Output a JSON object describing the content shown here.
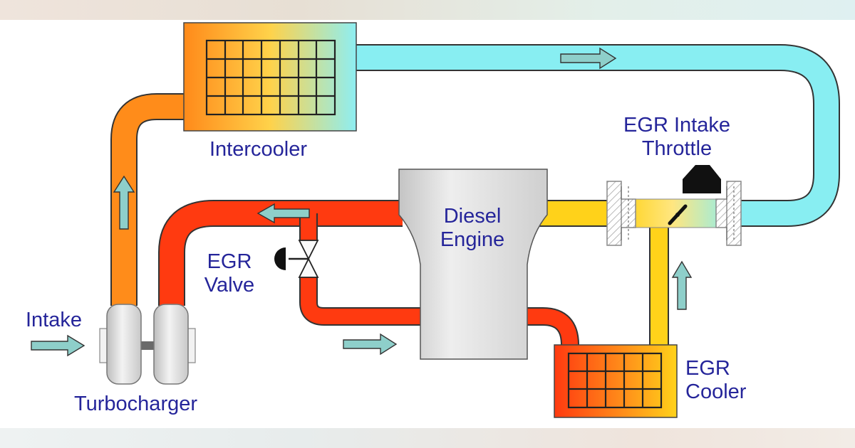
{
  "diagram": {
    "labels": {
      "intercooler": "Intercooler",
      "egr_intake_throttle_line1": "EGR Intake",
      "egr_intake_throttle_line2": "Throttle",
      "diesel_engine_line1": "Diesel",
      "diesel_engine_line2": "Engine",
      "egr_valve_line1": "EGR",
      "egr_valve_line2": "Valve",
      "intake": "Intake",
      "turbocharger": "Turbocharger",
      "egr_cooler_line1": "EGR",
      "egr_cooler_line2": "Cooler"
    },
    "colors": {
      "hot_exhaust": "#ff3a10",
      "hot_compressed": "#ff8c1a",
      "cooled_air": "#88eef2",
      "recirculated_gas": "#ffd21a",
      "engine_gray": "#d9d9d9",
      "label_text": "#25259a"
    }
  }
}
